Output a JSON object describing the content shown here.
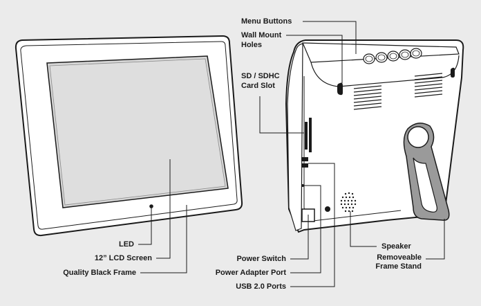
{
  "labels": {
    "led": "LED",
    "lcd": "12” LCD Screen",
    "frame": "Quality Black Frame",
    "menu": "Menu Buttons",
    "wall": [
      "Wall Mount",
      "Holes"
    ],
    "sd": [
      "SD / SDHC",
      "Card Slot"
    ],
    "power_switch": "Power Switch",
    "power_adapter": "Power Adapter Port",
    "usb": "USB 2.0 Ports",
    "speaker": "Speaker",
    "stand": [
      "Removeable",
      "Frame Stand"
    ]
  }
}
